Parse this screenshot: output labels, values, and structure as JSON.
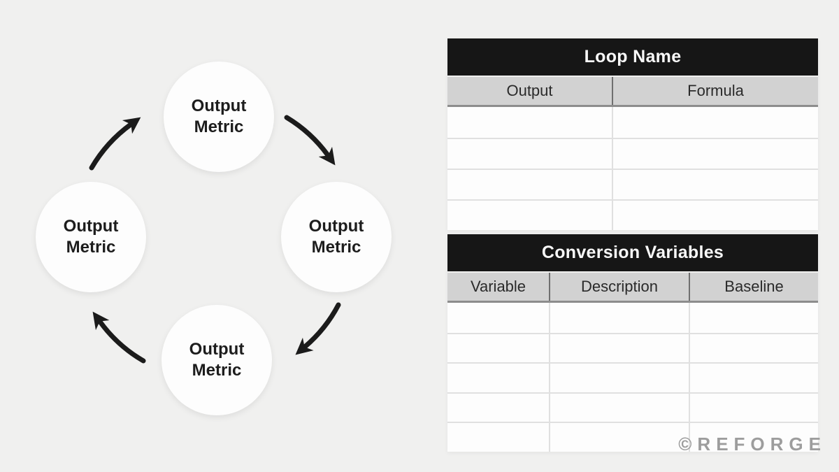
{
  "diagram": {
    "nodes": [
      {
        "position": "top",
        "label": "Output Metric"
      },
      {
        "position": "right",
        "label": "Output Metric"
      },
      {
        "position": "bottom",
        "label": "Output Metric"
      },
      {
        "position": "left",
        "label": "Output Metric"
      }
    ],
    "arrow_color": "#1b1b1b"
  },
  "tables": [
    {
      "title": "Loop Name",
      "columns": [
        "Output",
        "Formula"
      ],
      "empty_row_count": 4
    },
    {
      "title": "Conversion Variables",
      "columns": [
        "Variable",
        "Description",
        "Baseline"
      ],
      "empty_row_count": 5
    }
  ],
  "watermark": "©REFORGE",
  "colors": {
    "background": "#f0f0ef",
    "table_title_bg": "#161616",
    "table_title_text": "#f8f8f8",
    "column_header_bg": "#d2d2d2",
    "node_fill": "#fdfdfd",
    "watermark": "#9d9d9d"
  }
}
